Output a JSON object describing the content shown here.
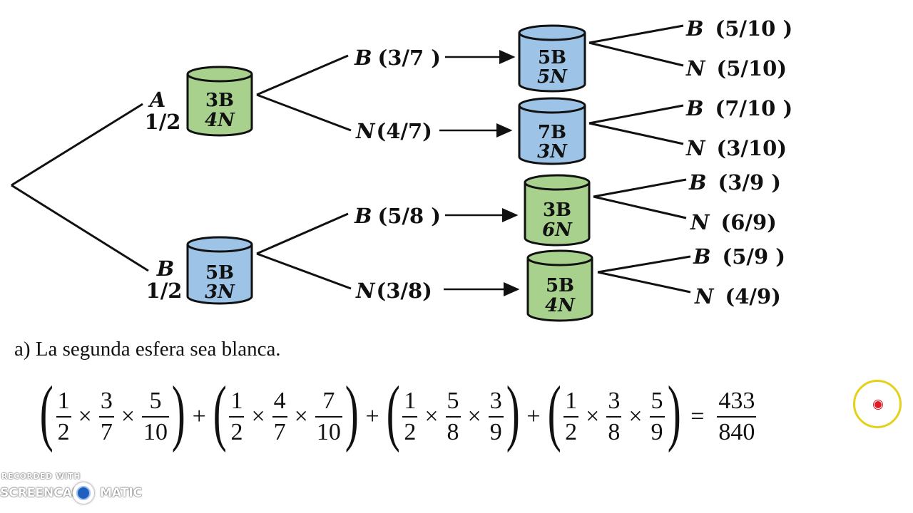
{
  "tree": {
    "root_branches": [
      {
        "id": "A",
        "label": "A",
        "prob": "1/2",
        "urn": {
          "top": "3B",
          "bottom": "4N",
          "color": "#a9d18e"
        }
      },
      {
        "id": "B",
        "label": "B",
        "prob": "1/2",
        "urn": {
          "top": "5B",
          "bottom": "3N",
          "color": "#9dc3e6"
        }
      }
    ],
    "second_level": [
      {
        "label": "B",
        "prob": "(3/7 )",
        "urn": {
          "top": "5B",
          "bottom": "5N",
          "color": "#9dc3e6"
        },
        "outcomes": [
          {
            "label": "B",
            "prob": "(5/10 )"
          },
          {
            "label": "N",
            "prob": "(5/10)"
          }
        ]
      },
      {
        "label": "N",
        "prob": "(4/7)",
        "urn": {
          "top": "7B",
          "bottom": "3N",
          "color": "#9dc3e6"
        },
        "outcomes": [
          {
            "label": "B",
            "prob": "(7/10 )"
          },
          {
            "label": "N",
            "prob": "(3/10)"
          }
        ]
      },
      {
        "label": "B",
        "prob": "(5/8 )",
        "urn": {
          "top": "3B",
          "bottom": "6N",
          "color": "#a9d18e"
        },
        "outcomes": [
          {
            "label": "B",
            "prob": "(3/9 )"
          },
          {
            "label": "N",
            "prob": "(6/9)"
          }
        ]
      },
      {
        "label": "N",
        "prob": "(3/8)",
        "urn": {
          "top": "5B",
          "bottom": "4N",
          "color": "#a9d18e"
        },
        "outcomes": [
          {
            "label": "B",
            "prob": "(5/9 )"
          },
          {
            "label": "N",
            "prob": "(4/9)"
          }
        ]
      }
    ]
  },
  "question": "a) La segunda esfera sea blanca.",
  "formula": {
    "terms": [
      [
        {
          "n": "1",
          "d": "2"
        },
        {
          "n": "3",
          "d": "7"
        },
        {
          "n": "5",
          "d": "10"
        }
      ],
      [
        {
          "n": "1",
          "d": "2"
        },
        {
          "n": "4",
          "d": "7"
        },
        {
          "n": "7",
          "d": "10"
        }
      ],
      [
        {
          "n": "1",
          "d": "2"
        },
        {
          "n": "5",
          "d": "8"
        },
        {
          "n": "3",
          "d": "9"
        }
      ],
      [
        {
          "n": "1",
          "d": "2"
        },
        {
          "n": "3",
          "d": "8"
        },
        {
          "n": "5",
          "d": "9"
        }
      ]
    ],
    "times": "×",
    "plus": "+",
    "equals": "=",
    "result": {
      "n": "433",
      "d": "840"
    }
  },
  "watermark": {
    "top": "RECORDED WITH",
    "left": "SCREENCAST",
    "right": "MATIC"
  },
  "colors": {
    "green_urn": "#a9d18e",
    "blue_urn": "#9dc3e6",
    "cursor_ring": "#e3d11a",
    "cursor_dot": "#e01b24"
  }
}
